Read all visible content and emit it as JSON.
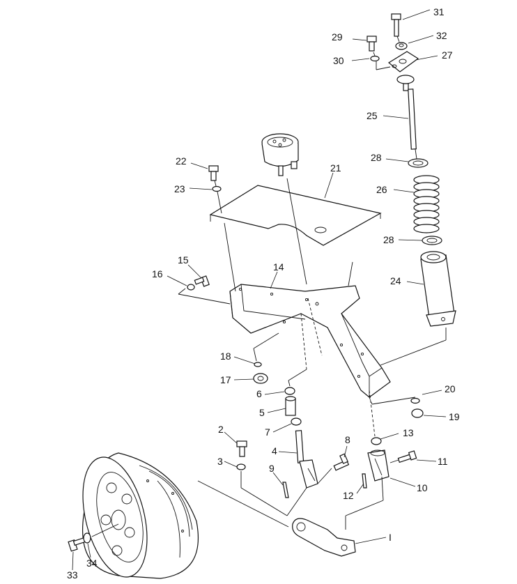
{
  "callouts": {
    "c1": "I",
    "c2": "2",
    "c3": "3",
    "c4": "4",
    "c5": "5",
    "c6": "6",
    "c7": "7",
    "c8": "8",
    "c9": "9",
    "c10": "10",
    "c11": "11",
    "c12": "12",
    "c13": "13",
    "c14": "14",
    "c15": "15",
    "c16": "16",
    "c17": "17",
    "c18": "18",
    "c19": "19",
    "c20": "20",
    "c21": "21",
    "c22": "22",
    "c23": "23",
    "c24": "24",
    "c25": "25",
    "c26": "26",
    "c27": "27",
    "c28a": "28",
    "c28b": "28",
    "c29": "29",
    "c30": "30",
    "c31": "31",
    "c32": "32",
    "c33": "33",
    "c34": "34"
  }
}
